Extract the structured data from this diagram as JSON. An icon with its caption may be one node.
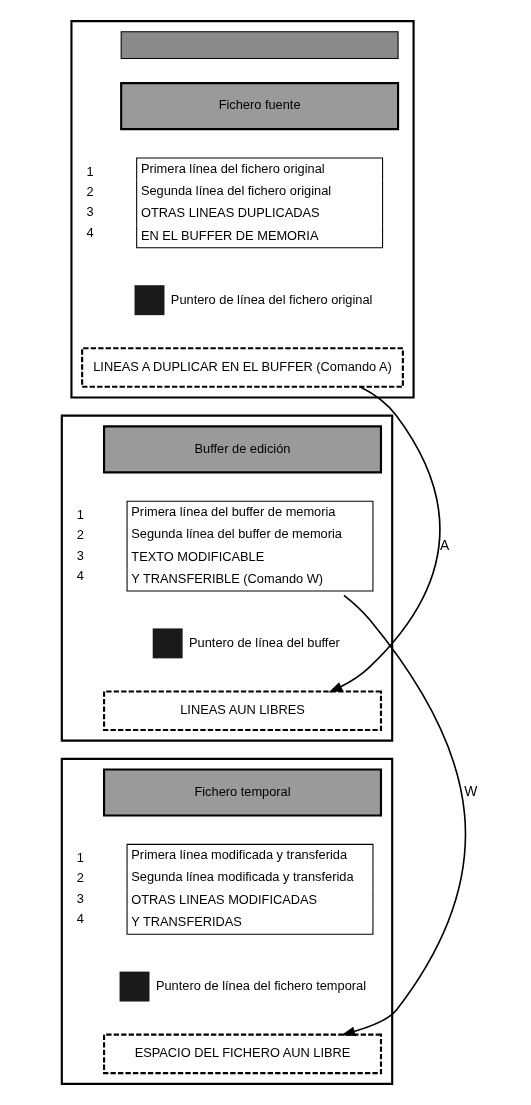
{
  "diagram": {
    "nodes": [
      {
        "text": [],
        "shape": "box"
      },
      {
        "text": [],
        "shape": "bar",
        "in": 0
      },
      {
        "text": [
          "Fichero fuente"
        ],
        "in": 0
      },
      {
        "text": [
          "Primera línea del fichero original",
          "Segunda línea del fichero original",
          "OTRAS LINEAS DUPLICADAS",
          "EN EL BUFFER DE MEMORIA"
        ],
        "beside": [
          "1",
          "2",
          "3",
          "4"
        ],
        "in": 0
      },
      {
        "text": [],
        "shape": "box",
        "beside": [
          "Puntero de línea del fichero original"
        ],
        "in": 0
      },
      {
        "text": [
          "LINEAS A DUPLICAR EN EL BUFFER (Comando A)"
        ],
        "in": 0
      },
      {
        "text": [],
        "shape": "box"
      },
      {
        "text": [
          "Buffer de edición"
        ],
        "in": 6
      },
      {
        "text": [
          "Primera línea del buffer de memoria",
          "Segunda línea del buffer de memoria",
          "TEXTO MODIFICABLE",
          "Y TRANSFERIBLE (Comando W)"
        ],
        "beside": [
          "1",
          "2",
          "3",
          "4"
        ],
        "in": 6
      },
      {
        "text": [],
        "shape": "box",
        "beside": [
          "Puntero de línea del buffer"
        ],
        "in": 6
      },
      {
        "text": [
          "LINEAS AUN LIBRES"
        ],
        "in": 6
      },
      {
        "text": [],
        "shape": "box"
      },
      {
        "text": [
          "Fichero temporal"
        ],
        "in": 11
      },
      {
        "text": [
          "Primera línea modificada y transferida",
          "Segunda línea modificada y transferida",
          "OTRAS LINEAS MODIFICADAS",
          "Y TRANSFERIDAS"
        ],
        "beside": [
          "1",
          "2",
          "3",
          "4"
        ],
        "in": 11
      },
      {
        "text": [],
        "shape": "box",
        "beside": [
          "Puntero de línea del fichero temporal"
        ],
        "in": 11
      },
      {
        "text": [
          "ESPACIO DEL FICHERO AUN LIBRE"
        ],
        "in": 11
      }
    ],
    "edges": [
      {
        "from": 5,
        "to": 10,
        "arrow": "to",
        "label": "A"
      },
      {
        "from": 8,
        "to": 15,
        "arrow": "to",
        "label": "W"
      }
    ]
  }
}
